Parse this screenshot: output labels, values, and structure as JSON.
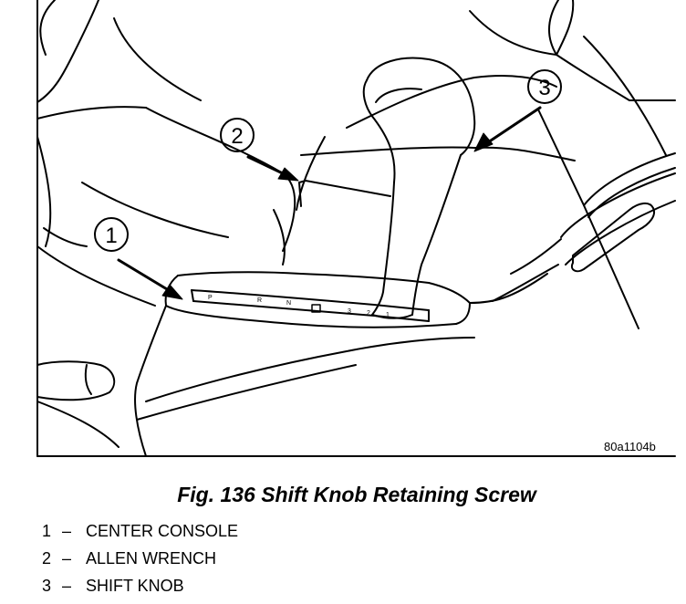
{
  "figure": {
    "caption": "Fig. 136 Shift Knob Retaining Screw",
    "code": "80a1104b"
  },
  "callouts": [
    {
      "number": "1",
      "label": "CENTER CONSOLE"
    },
    {
      "number": "2",
      "label": "ALLEN WRENCH"
    },
    {
      "number": "3",
      "label": "SHIFT KNOB"
    }
  ],
  "legend_separator": "–",
  "colors": {
    "line": "#000000",
    "background": "#ffffff"
  }
}
